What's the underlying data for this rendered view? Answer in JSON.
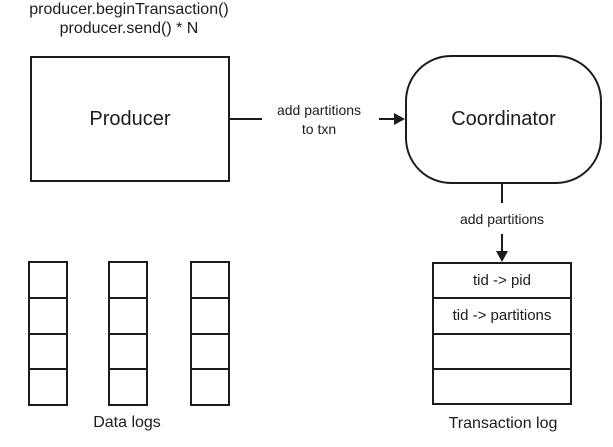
{
  "colors": {
    "stroke": "#1c1c1c",
    "text": "#1c1c1c",
    "background": "#ffffff"
  },
  "annotation": {
    "line1": "producer.beginTransaction()",
    "line2": "producer.send() * N"
  },
  "nodes": {
    "producer": {
      "label": "Producer",
      "shape": "rectangle"
    },
    "coordinator": {
      "label": "Coordinator",
      "shape": "rounded-rectangle"
    }
  },
  "edges": {
    "producer_to_coordinator": {
      "label_line1": "add partitions",
      "label_line2": "to txn",
      "direction": "right"
    },
    "coordinator_to_transaction_log": {
      "label": "add partitions",
      "direction": "down"
    }
  },
  "data_logs": {
    "caption": "Data logs",
    "columns": 3,
    "cells_per_column": 4
  },
  "transaction_log": {
    "caption": "Transaction log",
    "rows": [
      "tid -> pid",
      "tid -> partitions",
      "",
      ""
    ]
  }
}
